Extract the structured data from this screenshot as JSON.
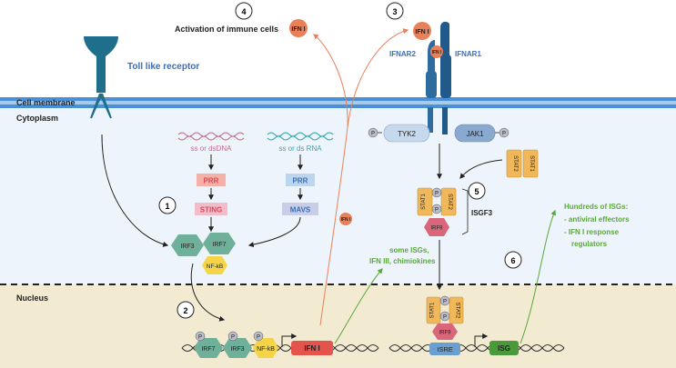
{
  "steps": [
    "1",
    "2",
    "3",
    "4",
    "5",
    "6"
  ],
  "regions": {
    "membrane": "Cell membrane",
    "cytoplasm": "Cytoplasm",
    "nucleus": "Nucleus"
  },
  "labels": {
    "tlr": "Toll like receptor",
    "activation": "Activation of immune cells",
    "ifn": "IFN I",
    "ifn_small": "IFN I",
    "ifnar2": "IFNAR2",
    "ifnar1": "IFNAR1",
    "dna_sensor": "ss or dsDNA",
    "rna_sensor": "ss or ds RNA",
    "prr": "PRR",
    "sting": "STING",
    "mavs": "MAVS",
    "irf3": "IRF3",
    "irf7": "IRF7",
    "nfkb": "NF-kB",
    "tyk2": "TYK2",
    "jak1": "JAK1",
    "stat1": "STAT1",
    "stat2": "STAT2",
    "irf9": "IRF9",
    "isgf3": "ISGF3",
    "p": "P",
    "some_isgs_1": "some ISGs,",
    "some_isgs_2": "IFN III, chimiokines",
    "hundreds_1": "Hundreds of ISGs:",
    "hundreds_2": "- antiviral effectors",
    "hundreds_3": "- IFN I response",
    "hundreds_4": "regulators",
    "gene_ifn": "IFN I",
    "gene_isre": "ISRE",
    "gene_isg": "ISG",
    "nfkb_dna": "NF-kB"
  },
  "colors": {
    "membrane": "#4a90d6",
    "cytoplasm": "#eef4fb",
    "nucleus": "#f3ead2",
    "receptor": "#1f6e8c",
    "ifn": "#e8805a",
    "irf": "#6fb09a",
    "stat": "#f0b85a",
    "irf9": "#d9667a",
    "p": "#b9bdc9",
    "green_text": "#5aa83c",
    "blue_text": "#3b6fb5",
    "pink_text": "#c46a8f",
    "teal_text": "#2ea8b5"
  }
}
